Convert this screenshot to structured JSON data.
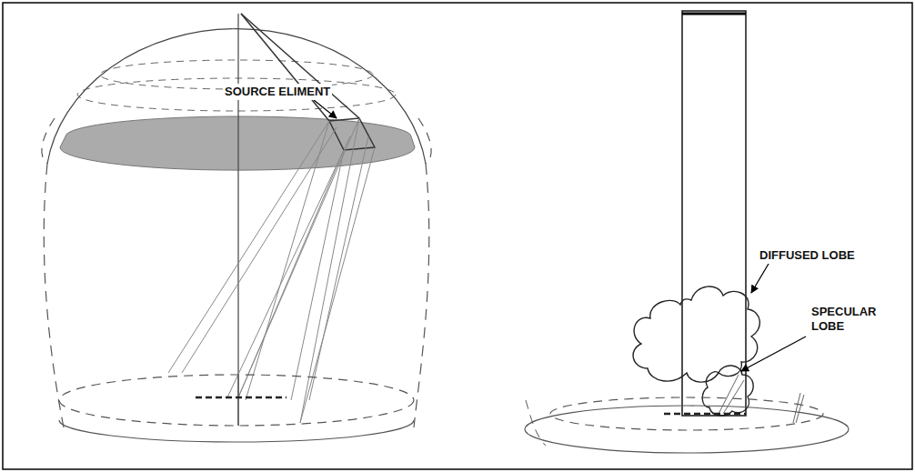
{
  "diagram": {
    "labels": [
      "SOURCE ELIMENT",
      "DIFFUSED LOBE",
      "SPECULAR LOBE"
    ]
  }
}
